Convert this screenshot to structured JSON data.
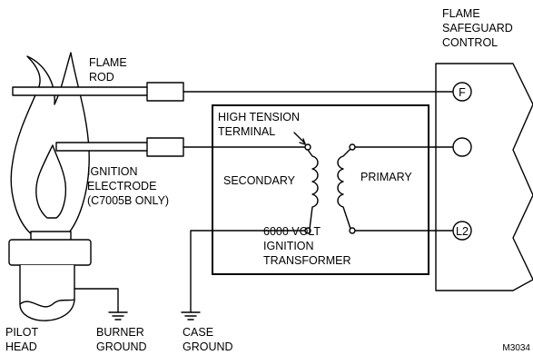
{
  "labels": {
    "control_line1": "FLAME",
    "control_line2": "SAFEGUARD",
    "control_line3": "CONTROL",
    "flame_rod_line1": "FLAME",
    "flame_rod_line2": "ROD",
    "high_tension_line1": "HIGH TENSION",
    "high_tension_line2": "TERMINAL",
    "secondary": "SECONDARY",
    "primary": "PRIMARY",
    "ignition_line1": "IGNITION",
    "ignition_line2": "ELECTRODE",
    "ignition_line3": "(C7005B ONLY)",
    "transformer_line1": "6000 VOLT",
    "transformer_line2": "IGNITION",
    "transformer_line3": "TRANSFORMER",
    "pilot_line1": "PILOT",
    "pilot_line2": "HEAD",
    "burner_line1": "BURNER",
    "burner_line2": "GROUND",
    "case_line1": "CASE",
    "case_line2": "GROUND",
    "terminal_f": "F",
    "terminal_l2": "L2",
    "figure_ref": "M3034"
  }
}
